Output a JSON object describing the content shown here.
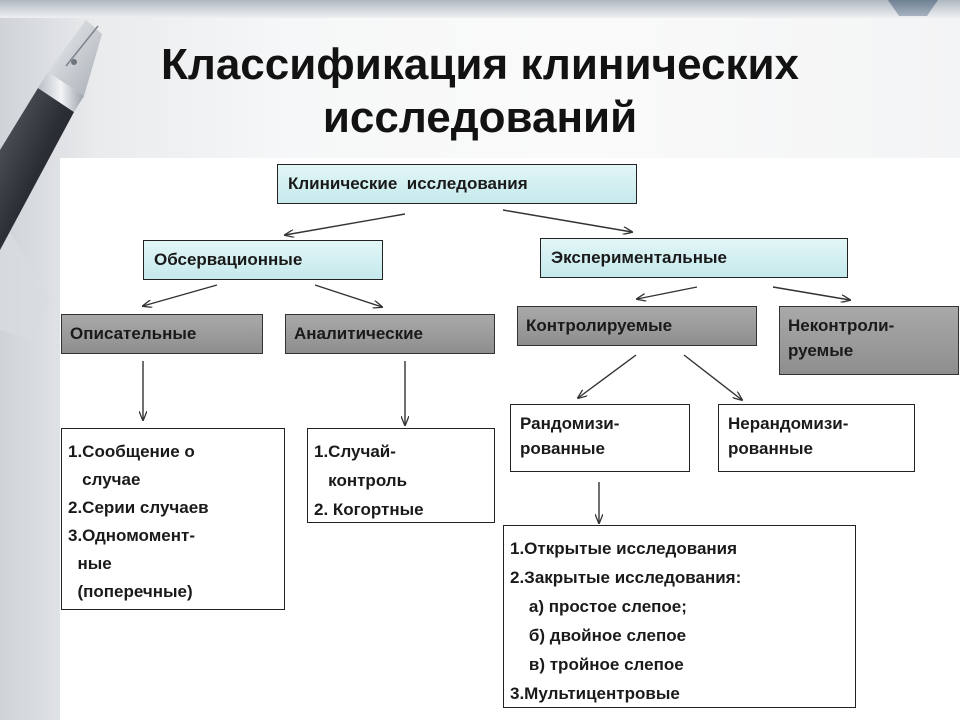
{
  "title": {
    "line1": "Классификация клинических",
    "line2": "исследований"
  },
  "nodes": {
    "root": "Клинические  исследования",
    "observational": "Обсервационные",
    "experimental": "Экспериментальные",
    "descriptive": "Описательные",
    "analytical": "Аналитические",
    "controlled": "Контролируемые",
    "uncontrolled": [
      "Неконтроли-",
      "руемые"
    ],
    "randomized": [
      "Рандомизи-",
      "рованные"
    ],
    "nonrandomized": [
      "Нерандомизи-",
      "рованные"
    ]
  },
  "lists": {
    "descriptive_types": [
      "1.Сообщение о",
      "   случае",
      "2.Серии случаев",
      "3.Одномомент-",
      "  ные",
      "  (поперечные)"
    ],
    "analytical_types": [
      "1.Случай-",
      "   контроль",
      "2. Когортные"
    ],
    "randomized_types": [
      "1.Открытые исследования",
      "2.Закрытые исследования:",
      "    а) простое слепое;",
      "    б) двойное слепое",
      "    в) тройное слепое",
      "3.Мультицентровые"
    ]
  },
  "colors": {
    "cyan_box": "#d4eff1",
    "gray_box": "#9c9c9c",
    "line": "#333333"
  }
}
